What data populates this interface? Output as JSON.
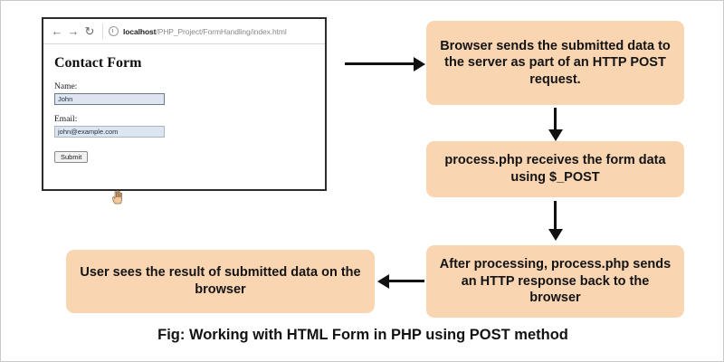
{
  "figure": {
    "caption": "Fig: Working with HTML Form in PHP using POST method"
  },
  "browser": {
    "nav": {
      "back_icon": "arrow-left-icon",
      "back_glyph": "←",
      "forward_icon": "arrow-right-icon",
      "forward_glyph": "→",
      "reload_icon": "reload-icon",
      "reload_glyph": "↻"
    },
    "address_bar": {
      "site_info_icon": "site-info-icon",
      "url": "localhost/PHP_Project/FormHandling/index.html",
      "url_host": "localhost",
      "url_path": "/PHP_Project/FormHandling/index.html"
    },
    "page": {
      "title": "Contact Form",
      "fields": [
        {
          "label": "Name:",
          "value": "John",
          "placeholder": ""
        },
        {
          "label": "Email:",
          "value": "john@example.com",
          "placeholder": ""
        }
      ],
      "submit_label": "Submit",
      "cursor_icon": "hand-pointer-cursor"
    }
  },
  "flow": {
    "box_color": "#F9D5B2",
    "arrow_color": "#111111",
    "steps": [
      {
        "id": "request",
        "text": "Browser sends the submitted data to the server as part of an HTTP POST request."
      },
      {
        "id": "process",
        "text": "process.php receives the form data using $_POST"
      },
      {
        "id": "response",
        "text": "After processing, process.php sends an HTTP response back to the browser"
      },
      {
        "id": "result",
        "text": "User sees the result of submitted data on the browser"
      }
    ],
    "arrows": [
      {
        "id": "browser-to-request",
        "direction": "right"
      },
      {
        "id": "request-to-process",
        "direction": "down"
      },
      {
        "id": "process-to-response",
        "direction": "down"
      },
      {
        "id": "response-to-result",
        "direction": "left"
      }
    ]
  }
}
